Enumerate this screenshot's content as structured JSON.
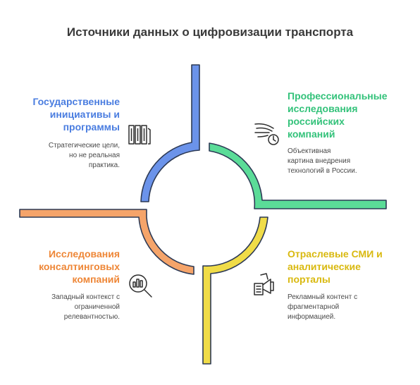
{
  "title": "Источники данных о цифровизации транспорта",
  "colors": {
    "blue": "#5a86e8",
    "blue_light": "#a9c4f5",
    "green": "#3ecf86",
    "green_dark": "#2a9d64",
    "orange": "#f08c4a",
    "orange_light": "#f7b98c",
    "yellow": "#ecd12e",
    "yellow_light": "#f5e57a",
    "title_text": "#3a3a3a",
    "desc_text": "#4a4a4a"
  },
  "quadrants": {
    "top_left": {
      "heading_lines": [
        "Государственные",
        "инициативы и",
        "программы"
      ],
      "desc_lines": [
        "Стратегические цели,",
        "но не реальная",
        "практика."
      ],
      "icon": "columns-building-icon",
      "color": "#4a7de0"
    },
    "top_right": {
      "heading_lines": [
        "Профессиональные",
        "исследования",
        "российских",
        "компаний"
      ],
      "desc_lines": [
        "Объективная",
        "картина внедрения",
        "технологий в России."
      ],
      "icon": "clock-speed-icon",
      "color": "#33c27a"
    },
    "bottom_left": {
      "heading_lines": [
        "Исследования",
        "консалтинговых",
        "компаний"
      ],
      "desc_lines": [
        "Западный контекст с",
        "ограниченной",
        "релевантностью."
      ],
      "icon": "magnifier-chart-icon",
      "color": "#ee8636"
    },
    "bottom_right": {
      "heading_lines": [
        "Отраслевые СМИ и",
        "аналитические",
        "порталы"
      ],
      "desc_lines": [
        "Рекламный контент с",
        "фрагментарной",
        "информацией."
      ],
      "icon": "megaphone-news-icon",
      "color": "#d9b90f"
    }
  }
}
